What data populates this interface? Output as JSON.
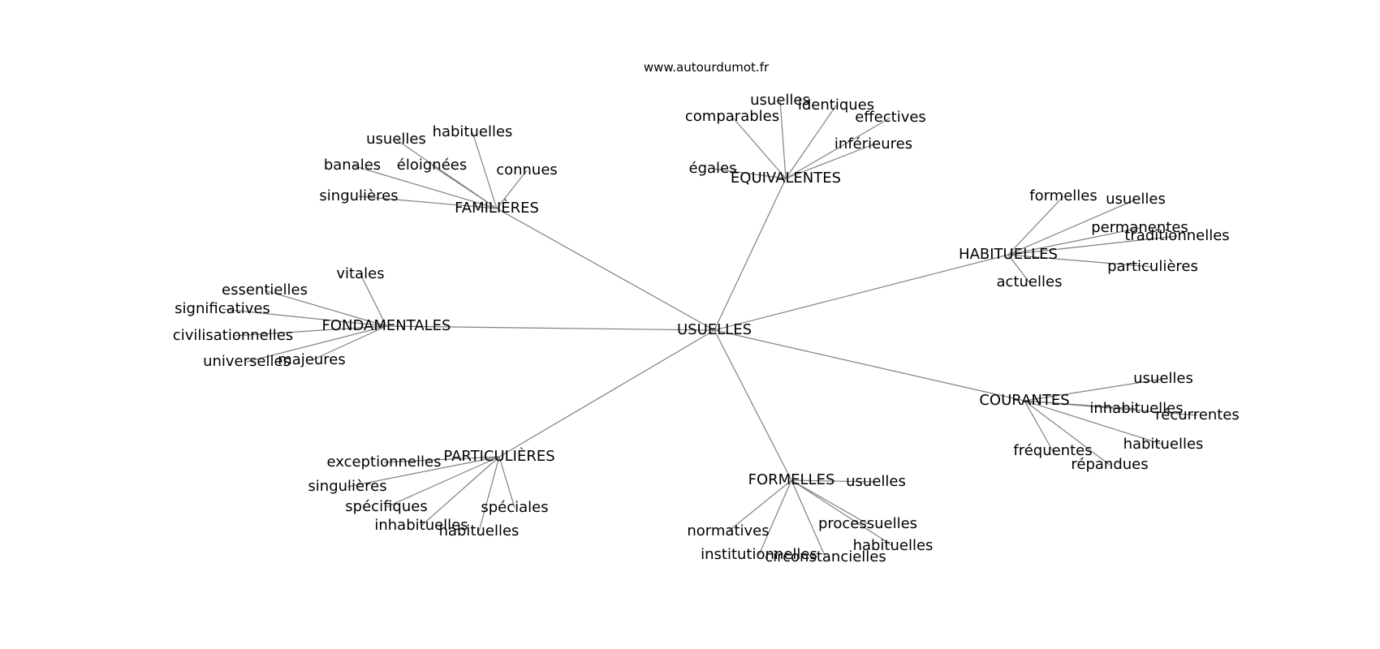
{
  "header": {
    "site": "www.autourdumot.fr"
  },
  "graph": {
    "center": {
      "label": "USUELLES"
    },
    "hubs": [
      {
        "id": "familieres",
        "label": "FAMILIÈRES",
        "leaves": [
          "habituelles",
          "usuelles",
          "éloignées",
          "connues",
          "banales",
          "singulières"
        ]
      },
      {
        "id": "equivalentes",
        "label": "ÉQUIVALENTES",
        "leaves": [
          "usuelles",
          "identiques",
          "comparables",
          "effectives",
          "inférieures",
          "égales"
        ]
      },
      {
        "id": "habituelles",
        "label": "HABITUELLES",
        "leaves": [
          "formelles",
          "usuelles",
          "permanentes",
          "traditionnelles",
          "particulières",
          "actuelles"
        ]
      },
      {
        "id": "fondamentales",
        "label": "FONDAMENTALES",
        "leaves": [
          "vitales",
          "essentielles",
          "significatives",
          "civilisationnelles",
          "universelles",
          "majeures"
        ]
      },
      {
        "id": "courantes",
        "label": "COURANTES",
        "leaves": [
          "usuelles",
          "inhabituelles",
          "récurrentes",
          "habituelles",
          "fréquentes",
          "répandues"
        ]
      },
      {
        "id": "particulieres",
        "label": "PARTICULIÈRES",
        "leaves": [
          "exceptionnelles",
          "singulières",
          "spécifiques",
          "spéciales",
          "inhabituelles",
          "habituelles"
        ]
      },
      {
        "id": "formelles",
        "label": "FORMELLES",
        "leaves": [
          "usuelles",
          "processuelles",
          "normatives",
          "habituelles",
          "institutionnelles",
          "circonstancielles"
        ]
      }
    ]
  }
}
